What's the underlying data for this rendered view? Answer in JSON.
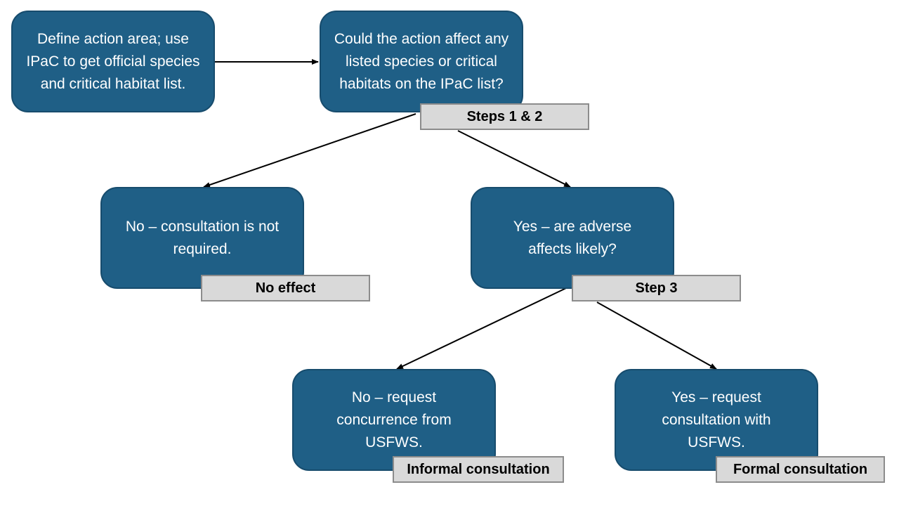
{
  "nodes": {
    "define": {
      "text": "Define action area; use IPaC to get official species and critical habitat list."
    },
    "could_affect": {
      "text": "Could the action affect any listed species or critical habitats on the IPaC list?",
      "tag": "Steps 1 & 2"
    },
    "no_consult": {
      "text": "No – consultation is not required.",
      "tag": "No effect"
    },
    "yes_adverse": {
      "text": "Yes – are adverse affects likely?",
      "tag": "Step 3"
    },
    "no_request": {
      "text": "No – request concurrence from USFWS.",
      "tag": "Informal consultation"
    },
    "yes_request": {
      "text": "Yes – request consultation with USFWS.",
      "tag": "Formal consultation"
    }
  },
  "colors": {
    "box_fill": "#1f5f86",
    "box_text": "#ffffff",
    "tag_fill": "#d9d9d9",
    "tag_border": "#8c8c8c",
    "arrow": "#000000"
  }
}
